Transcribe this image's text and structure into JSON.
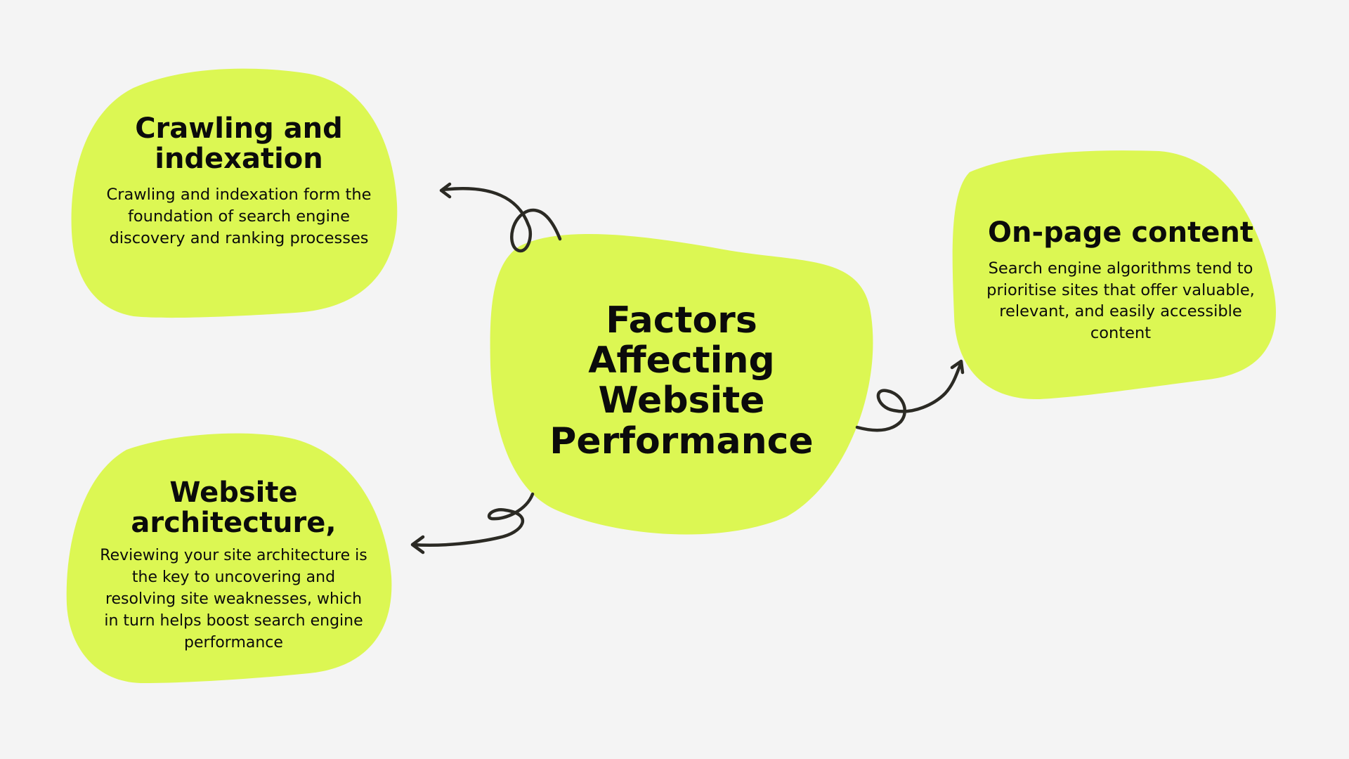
{
  "colors": {
    "background": "#f4f4f4",
    "blob": "#dcf753",
    "connector": "#2b2a24",
    "text": "#0b0b0b"
  },
  "center": {
    "title": "Factors Affecting Website Performance"
  },
  "nodes": {
    "crawling": {
      "title": "Crawling and indexation",
      "description": "Crawling and indexation form the foundation of search engine discovery and ranking processes"
    },
    "architecture": {
      "title": "Website architecture,",
      "description": "Reviewing your site architecture is the key to uncovering and resolving site weaknesses, which in turn helps boost search engine performance"
    },
    "onpage": {
      "title": "On-page content",
      "description": "Search engine algorithms tend to prioritise sites that offer valuable, relevant, and easily accessible content"
    }
  }
}
